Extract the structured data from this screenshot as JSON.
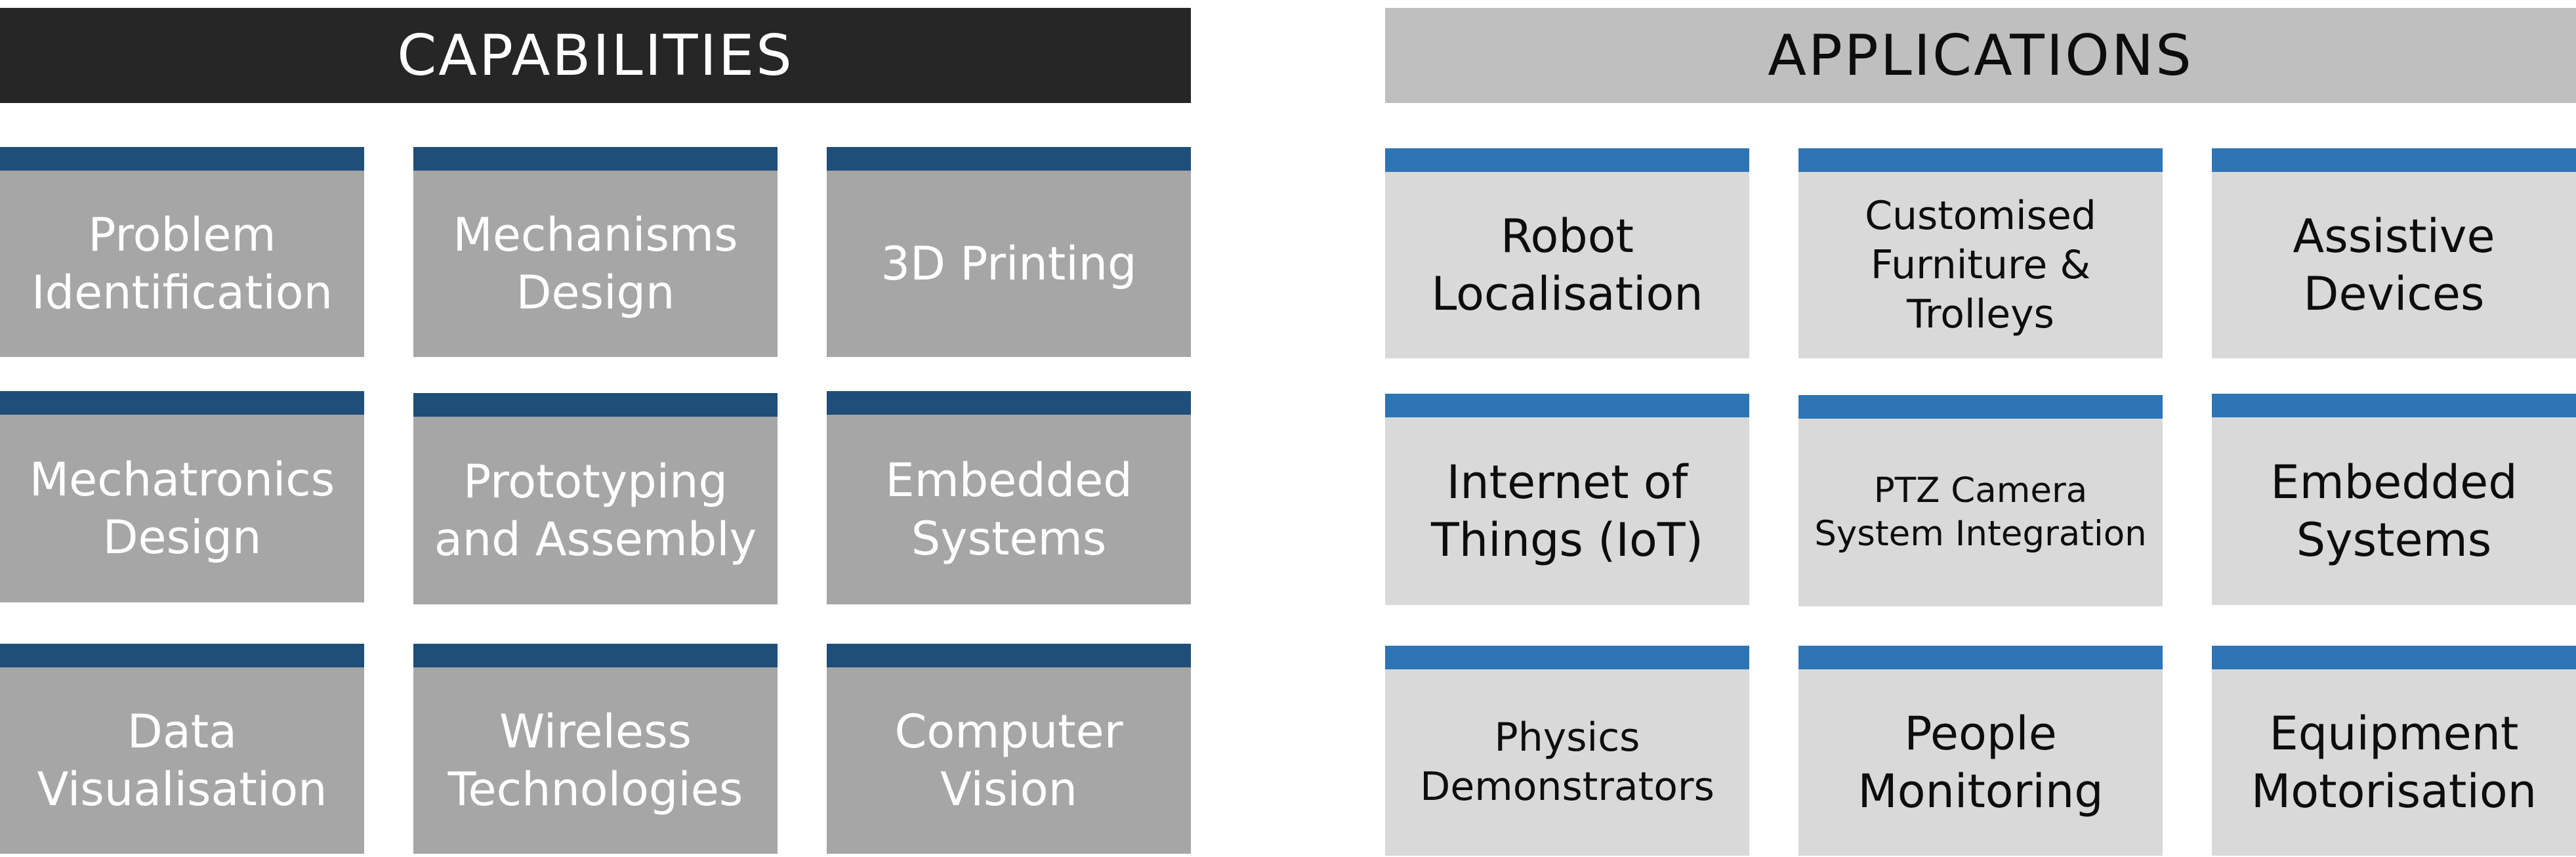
{
  "capabilities": {
    "title": "CAPABILITIES",
    "items": [
      {
        "label": "Problem\nIdentification"
      },
      {
        "label": "Mechanisms\nDesign"
      },
      {
        "label": "3D Printing"
      },
      {
        "label": "Mechatronics\nDesign"
      },
      {
        "label": "Prototyping\nand Assembly"
      },
      {
        "label": "Embedded\nSystems"
      },
      {
        "label": "Data\nVisualisation"
      },
      {
        "label": "Wireless\nTechnologies"
      },
      {
        "label": "Computer\nVision"
      }
    ]
  },
  "applications": {
    "title": "APPLICATIONS",
    "items": [
      {
        "label": "Robot\nLocalisation"
      },
      {
        "label": "Customised\nFurniture &\nTrolleys"
      },
      {
        "label": "Assistive\nDevices"
      },
      {
        "label": "Internet of\nThings (IoT)"
      },
      {
        "label": "PTZ Camera\nSystem Integration"
      },
      {
        "label": "Embedded\nSystems"
      },
      {
        "label": "Physics\nDemonstrators"
      },
      {
        "label": "People\nMonitoring"
      },
      {
        "label": "Equipment\nMotorisation"
      }
    ]
  },
  "colors": {
    "capabilities_header_bg": "#262626",
    "capabilities_tile_bar": "#1f4e79",
    "capabilities_tile_bg": "#a6a6a6",
    "applications_header_bg": "#bfbfbf",
    "applications_tile_bar": "#2e75b6",
    "applications_tile_bg": "#d9d9d9"
  }
}
